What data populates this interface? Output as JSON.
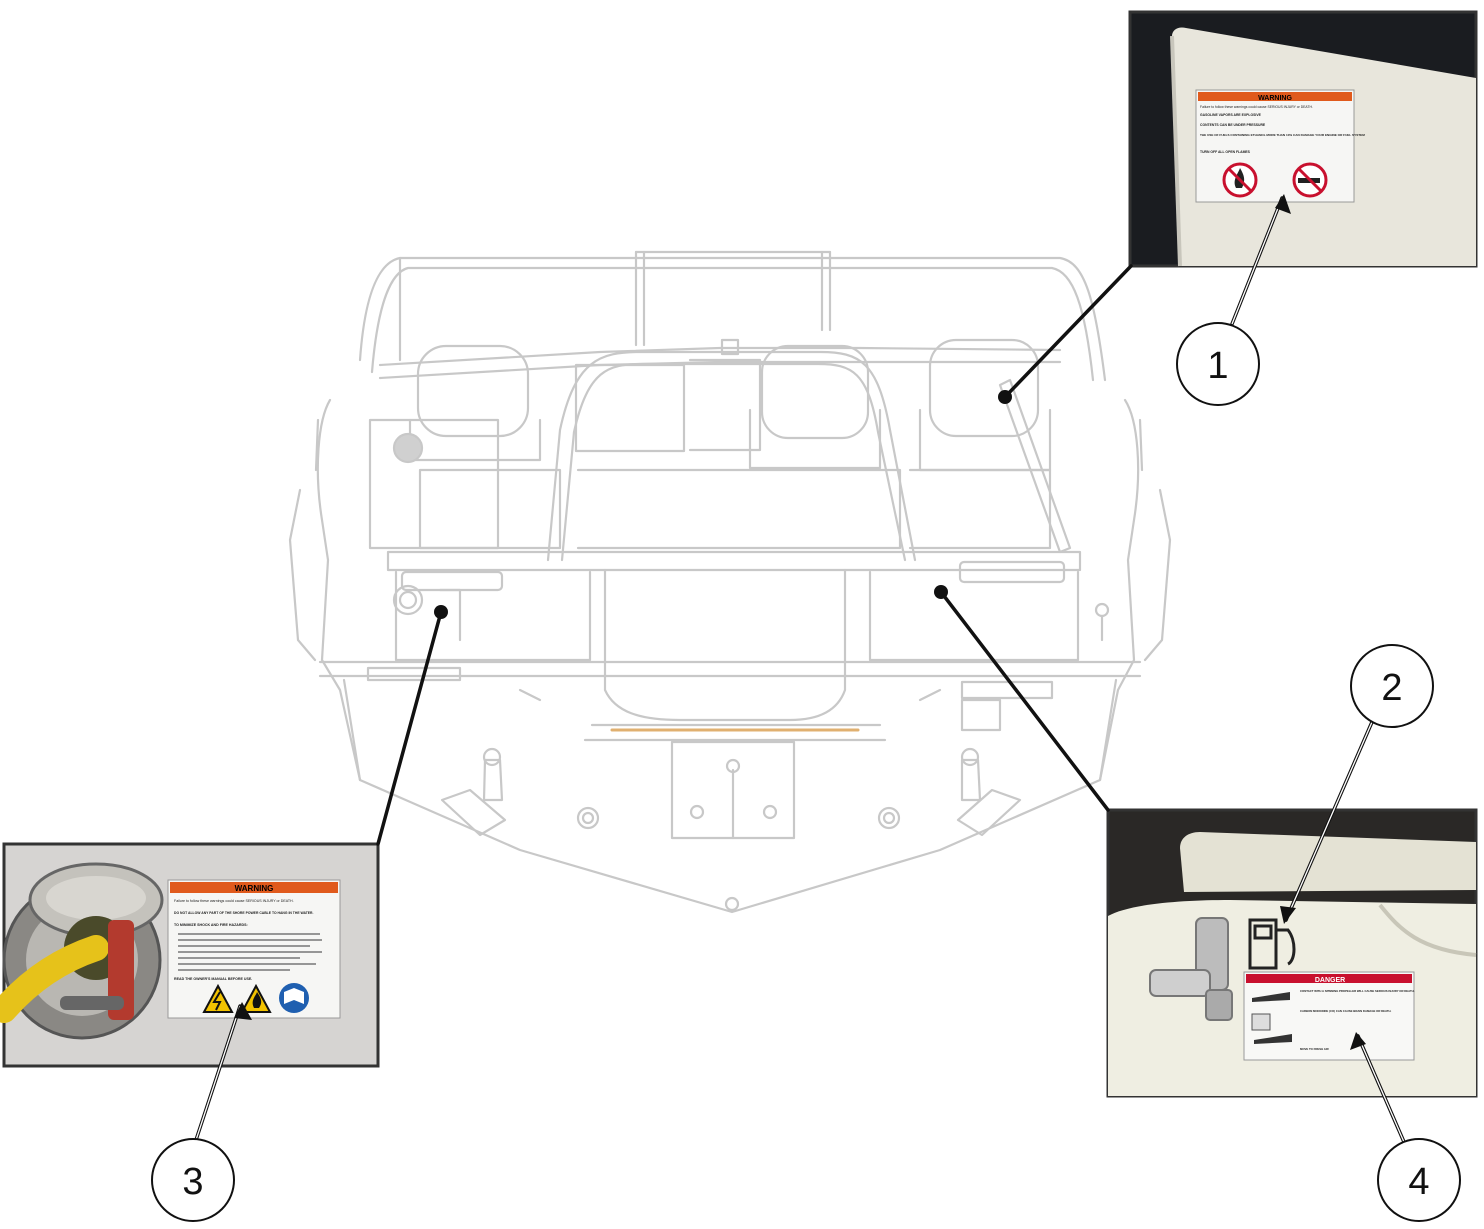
{
  "callouts": [
    {
      "number": "1"
    },
    {
      "number": "2"
    },
    {
      "number": "3"
    },
    {
      "number": "4"
    }
  ],
  "photos": {
    "fuel_warning": {
      "header": "WARNING",
      "line1": "Failure to follow these warnings could cause SERIOUS INJURY or DEATH.",
      "line2": "GASOLINE VAPORS ARE EXPLOSIVE",
      "line3": "CONTENTS CAN BE UNDER PRESSURE",
      "line4": "THE USE OF FUELS CONTAINING ETHANOL MORE THAN 10% CAN DAMAGE YOUR ENGINE OR FUEL SYSTEM",
      "line5": "TURN OFF ALL OPEN FLAMES"
    },
    "shore_power": {
      "header": "WARNING",
      "line1": "Failure to follow these warnings could cause SERIOUS INJURY or DEATH.",
      "line2": "DO NOT ALLOW ANY PART OF THE SHORE POWER CABLE TO HANG IN THE WATER.",
      "line3": "TO MINIMIZE SHOCK AND FIRE HAZARDS:",
      "line4": "READ THE OWNER'S MANUAL BEFORE USE."
    },
    "propeller_danger": {
      "header": "DANGER",
      "line1": "CONTACT WITH A SPINNING PROPELLER WILL CAUSE SERIOUS INJURY OR DEATH.",
      "line2": "CARBON MONOXIDE (CO) CAN CAUSE BRAIN DAMAGE OR DEATH.",
      "line3": "MOVE TO FRESH AIR"
    }
  },
  "colors": {
    "line_art": "#c8c8c8",
    "leader": "#111111",
    "warning_orange": "#e05a1c",
    "danger_red": "#c8102e",
    "photo_frame": "#333333"
  }
}
